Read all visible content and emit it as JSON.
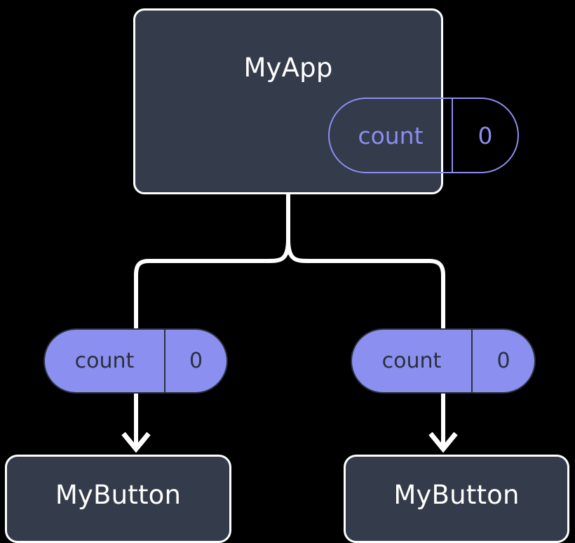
{
  "diagram": {
    "title": "MyApp component tree with count state",
    "background_color": "#000000",
    "colors": {
      "node_fill": "#343b4a",
      "node_border": "#ffffff",
      "node_text": "#ffffff",
      "pill_outline_stroke": "#8b8ef0",
      "pill_outline_text": "#8b8ef0",
      "pill_filled_fill": "#8a8ff0",
      "pill_filled_border": "#2b303c",
      "pill_filled_text": "#2b303c",
      "wire": "#ffffff"
    }
  },
  "root": {
    "label": "MyApp",
    "state_pill": {
      "key": "count",
      "value": "0"
    }
  },
  "props": [
    {
      "key": "count",
      "value": "0"
    },
    {
      "key": "count",
      "value": "0"
    }
  ],
  "children": [
    {
      "label": "MyButton"
    },
    {
      "label": "MyButton"
    }
  ],
  "edges": {
    "fork_label": "",
    "arrow_left_label": "",
    "arrow_right_label": ""
  }
}
